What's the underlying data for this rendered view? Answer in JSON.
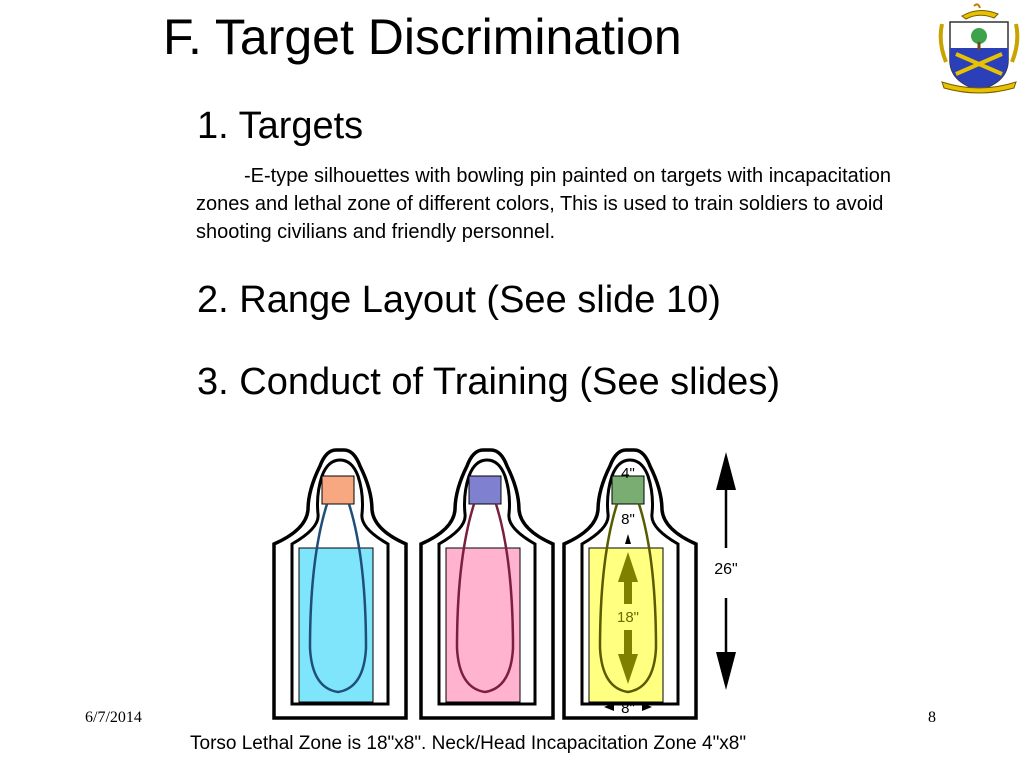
{
  "slide": {
    "title": "F. Target Discrimination",
    "items": [
      {
        "label": "1.  Targets"
      },
      {
        "label": "2.  Range Layout (See slide 10)"
      },
      {
        "label": "3.  Conduct of Training (See slides)"
      }
    ],
    "description": "-E-type silhouettes with bowling pin painted on targets with incapacitation zones and lethal zone of different colors, This is used to train soldiers to avoid shooting civilians and friendly personnel.",
    "caption": "Torso Lethal Zone is 18\"x8\".  Neck/Head Incapacitation Zone 4\"x8\"",
    "footer": {
      "date": "6/7/2014",
      "page": "8"
    }
  },
  "targets": [
    {
      "head_color": "#f8a880",
      "torso_color": "#7fe5fb",
      "pin_color": "#1f4e79"
    },
    {
      "head_color": "#8080d0",
      "torso_color": "#ffb3cf",
      "pin_color": "#7a1f3d"
    },
    {
      "head_color": "#79ad72",
      "torso_color": "#ffff80",
      "pin_color": "#5a5a00"
    }
  ],
  "dimensions": {
    "head_width": "4\"",
    "neck_height": "8\"",
    "torso_height": "18\"",
    "torso_width": "8\"",
    "total_height": "26\""
  },
  "colors": {
    "arrow_dark": "#6b6b00",
    "arrow_fill": "#808000"
  }
}
